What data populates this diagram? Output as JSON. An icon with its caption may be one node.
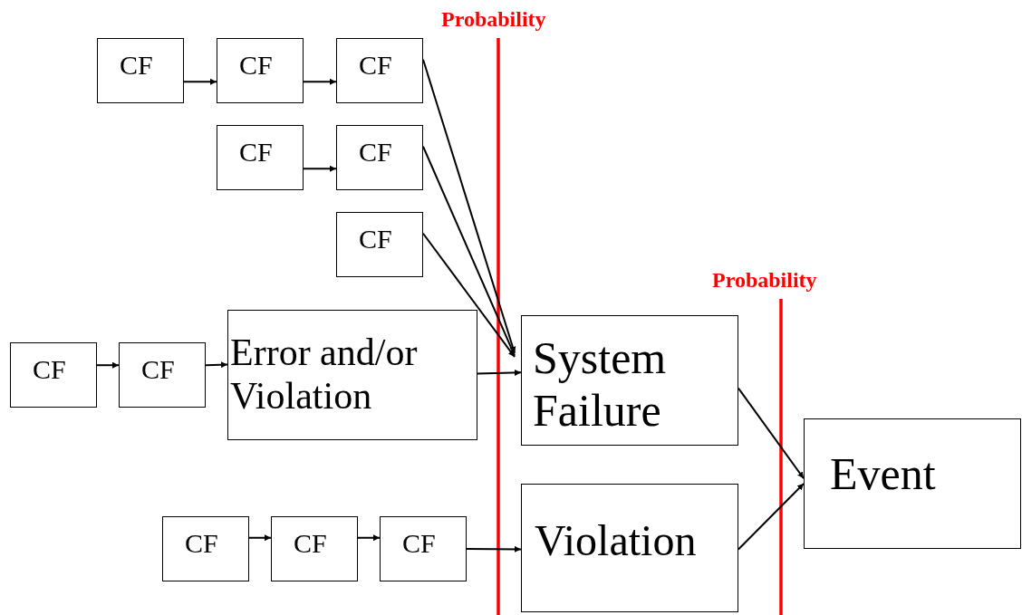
{
  "diagram": {
    "nodes": [
      {
        "text": [
          "CF"
        ]
      },
      {
        "text": [
          "CF"
        ]
      },
      {
        "text": [
          "CF"
        ]
      },
      {
        "text": [
          "CF"
        ]
      },
      {
        "text": [
          "CF"
        ]
      },
      {
        "text": [
          "CF"
        ]
      },
      {
        "text": [
          "CF"
        ]
      },
      {
        "text": [
          "CF"
        ]
      },
      {
        "text": [
          "Error and/or Violation"
        ]
      },
      {
        "text": [
          "System Failure"
        ]
      },
      {
        "text": [
          "Event"
        ]
      },
      {
        "text": [
          "CF"
        ]
      },
      {
        "text": [
          "CF"
        ]
      },
      {
        "text": [
          "CF"
        ]
      },
      {
        "text": [
          "Violation"
        ]
      }
    ],
    "edges": [
      {
        "from": 0,
        "to": 1,
        "arrow": "to"
      },
      {
        "from": 1,
        "to": 2,
        "arrow": "to"
      },
      {
        "from": 3,
        "to": 4,
        "arrow": "to"
      },
      {
        "from": 2,
        "to": 9,
        "arrow": "to"
      },
      {
        "from": 4,
        "to": 9,
        "arrow": "to"
      },
      {
        "from": 5,
        "to": 9,
        "arrow": "to"
      },
      {
        "from": 6,
        "to": 7,
        "arrow": "to"
      },
      {
        "from": 7,
        "to": 8,
        "arrow": "to"
      },
      {
        "from": 8,
        "to": 9,
        "arrow": "to"
      },
      {
        "from": 9,
        "to": 10,
        "arrow": "to"
      },
      {
        "from": 11,
        "to": 12,
        "arrow": "to"
      },
      {
        "from": 12,
        "to": 13,
        "arrow": "to"
      },
      {
        "from": 13,
        "to": 14,
        "arrow": "to"
      },
      {
        "from": 14,
        "to": 10,
        "arrow": "to"
      }
    ],
    "labels": [
      "Probability",
      "Probability"
    ]
  }
}
